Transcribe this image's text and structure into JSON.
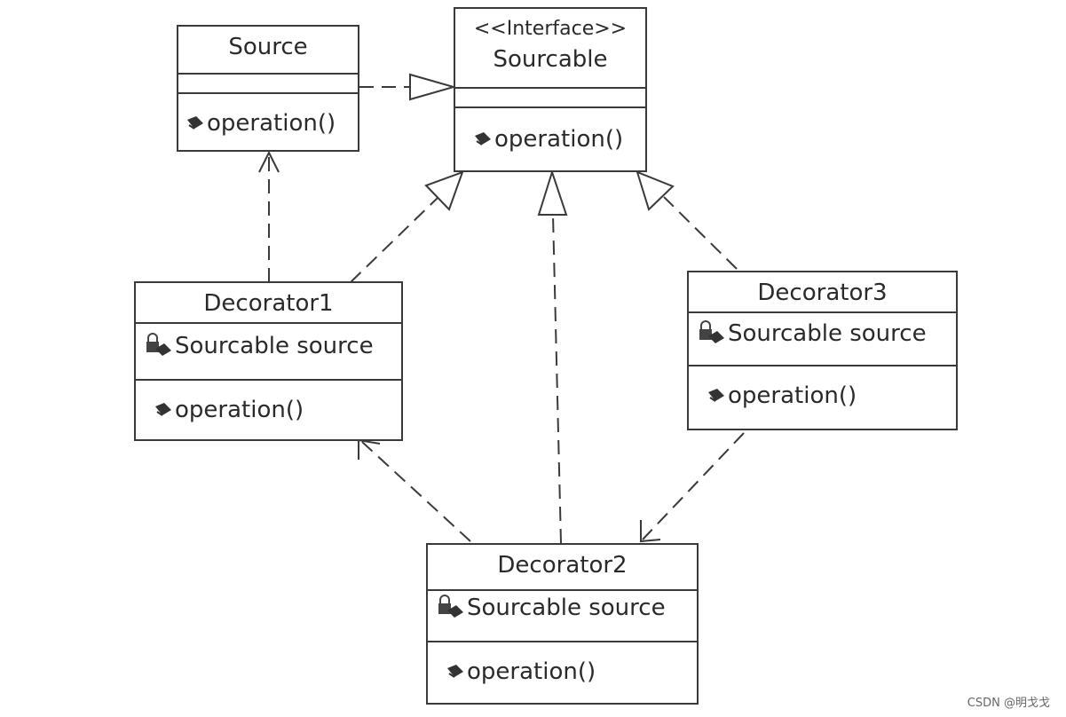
{
  "classes": {
    "source": {
      "name": "Source",
      "operation": "operation()"
    },
    "sourcable": {
      "stereotype": "<<Interface>>",
      "name": "Sourcable",
      "operation": "operation()"
    },
    "decorator1": {
      "name": "Decorator1",
      "attribute": "Sourcable source",
      "operation": "operation()"
    },
    "decorator2": {
      "name": "Decorator2",
      "attribute": "Sourcable source",
      "operation": "operation()"
    },
    "decorator3": {
      "name": "Decorator3",
      "attribute": "Sourcable source",
      "operation": "operation()"
    }
  },
  "relations": [
    {
      "from": "Source",
      "to": "Sourcable",
      "type": "realization"
    },
    {
      "from": "Decorator1",
      "to": "Sourcable",
      "type": "realization"
    },
    {
      "from": "Decorator2",
      "to": "Sourcable",
      "type": "realization"
    },
    {
      "from": "Decorator3",
      "to": "Sourcable",
      "type": "realization"
    },
    {
      "from": "Decorator1",
      "to": "Source",
      "type": "dependency"
    },
    {
      "from": "Decorator2",
      "to": "Decorator1",
      "type": "dependency"
    },
    {
      "from": "Decorator3",
      "to": "Decorator2",
      "type": "dependency"
    }
  ],
  "watermark": "CSDN @明戈戈"
}
